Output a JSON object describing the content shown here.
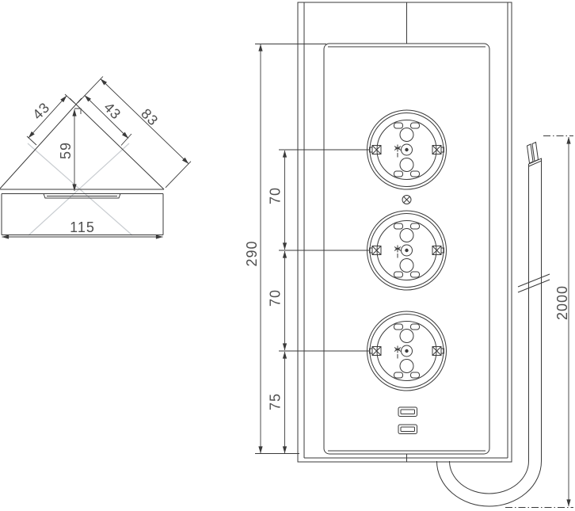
{
  "colors": {
    "line": "#3a3a3a",
    "label": "#4f4f4f",
    "construction": "#c9cdd1",
    "bg": "#ffffff"
  },
  "views": {
    "corner_top_view": {
      "title": "corner unit top view",
      "dims": {
        "side_left": "43",
        "side_right": "43",
        "front_face": "83",
        "depth": "59",
        "width": "115"
      }
    },
    "front_view": {
      "title": "power strip front view",
      "dims": {
        "height": "290",
        "spacing_upper": "70",
        "spacing_lower": "70",
        "offset_bottom": "75",
        "cable_length": "2000"
      }
    }
  }
}
